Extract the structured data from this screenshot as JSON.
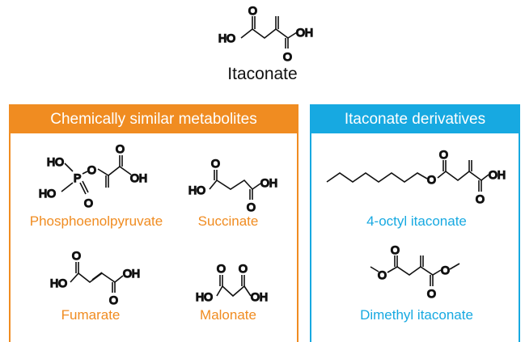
{
  "title": "Itaconate",
  "left_panel": {
    "header": "Chemically similar metabolites",
    "items": [
      "Phosphoenolpyruvate",
      "Succinate",
      "Fumarate",
      "Malonate"
    ]
  },
  "right_panel": {
    "header": "Itaconate derivatives",
    "items": [
      "4-octyl itaconate",
      "Dimethyl itaconate"
    ]
  },
  "atoms": {
    "oxygen": "O",
    "hydroxyl": "OH",
    "hydroxyl_left": "HO",
    "phosphorus": "P"
  },
  "colors": {
    "orange": "#f08c21",
    "blue": "#17a9e1",
    "text": "#111111"
  }
}
